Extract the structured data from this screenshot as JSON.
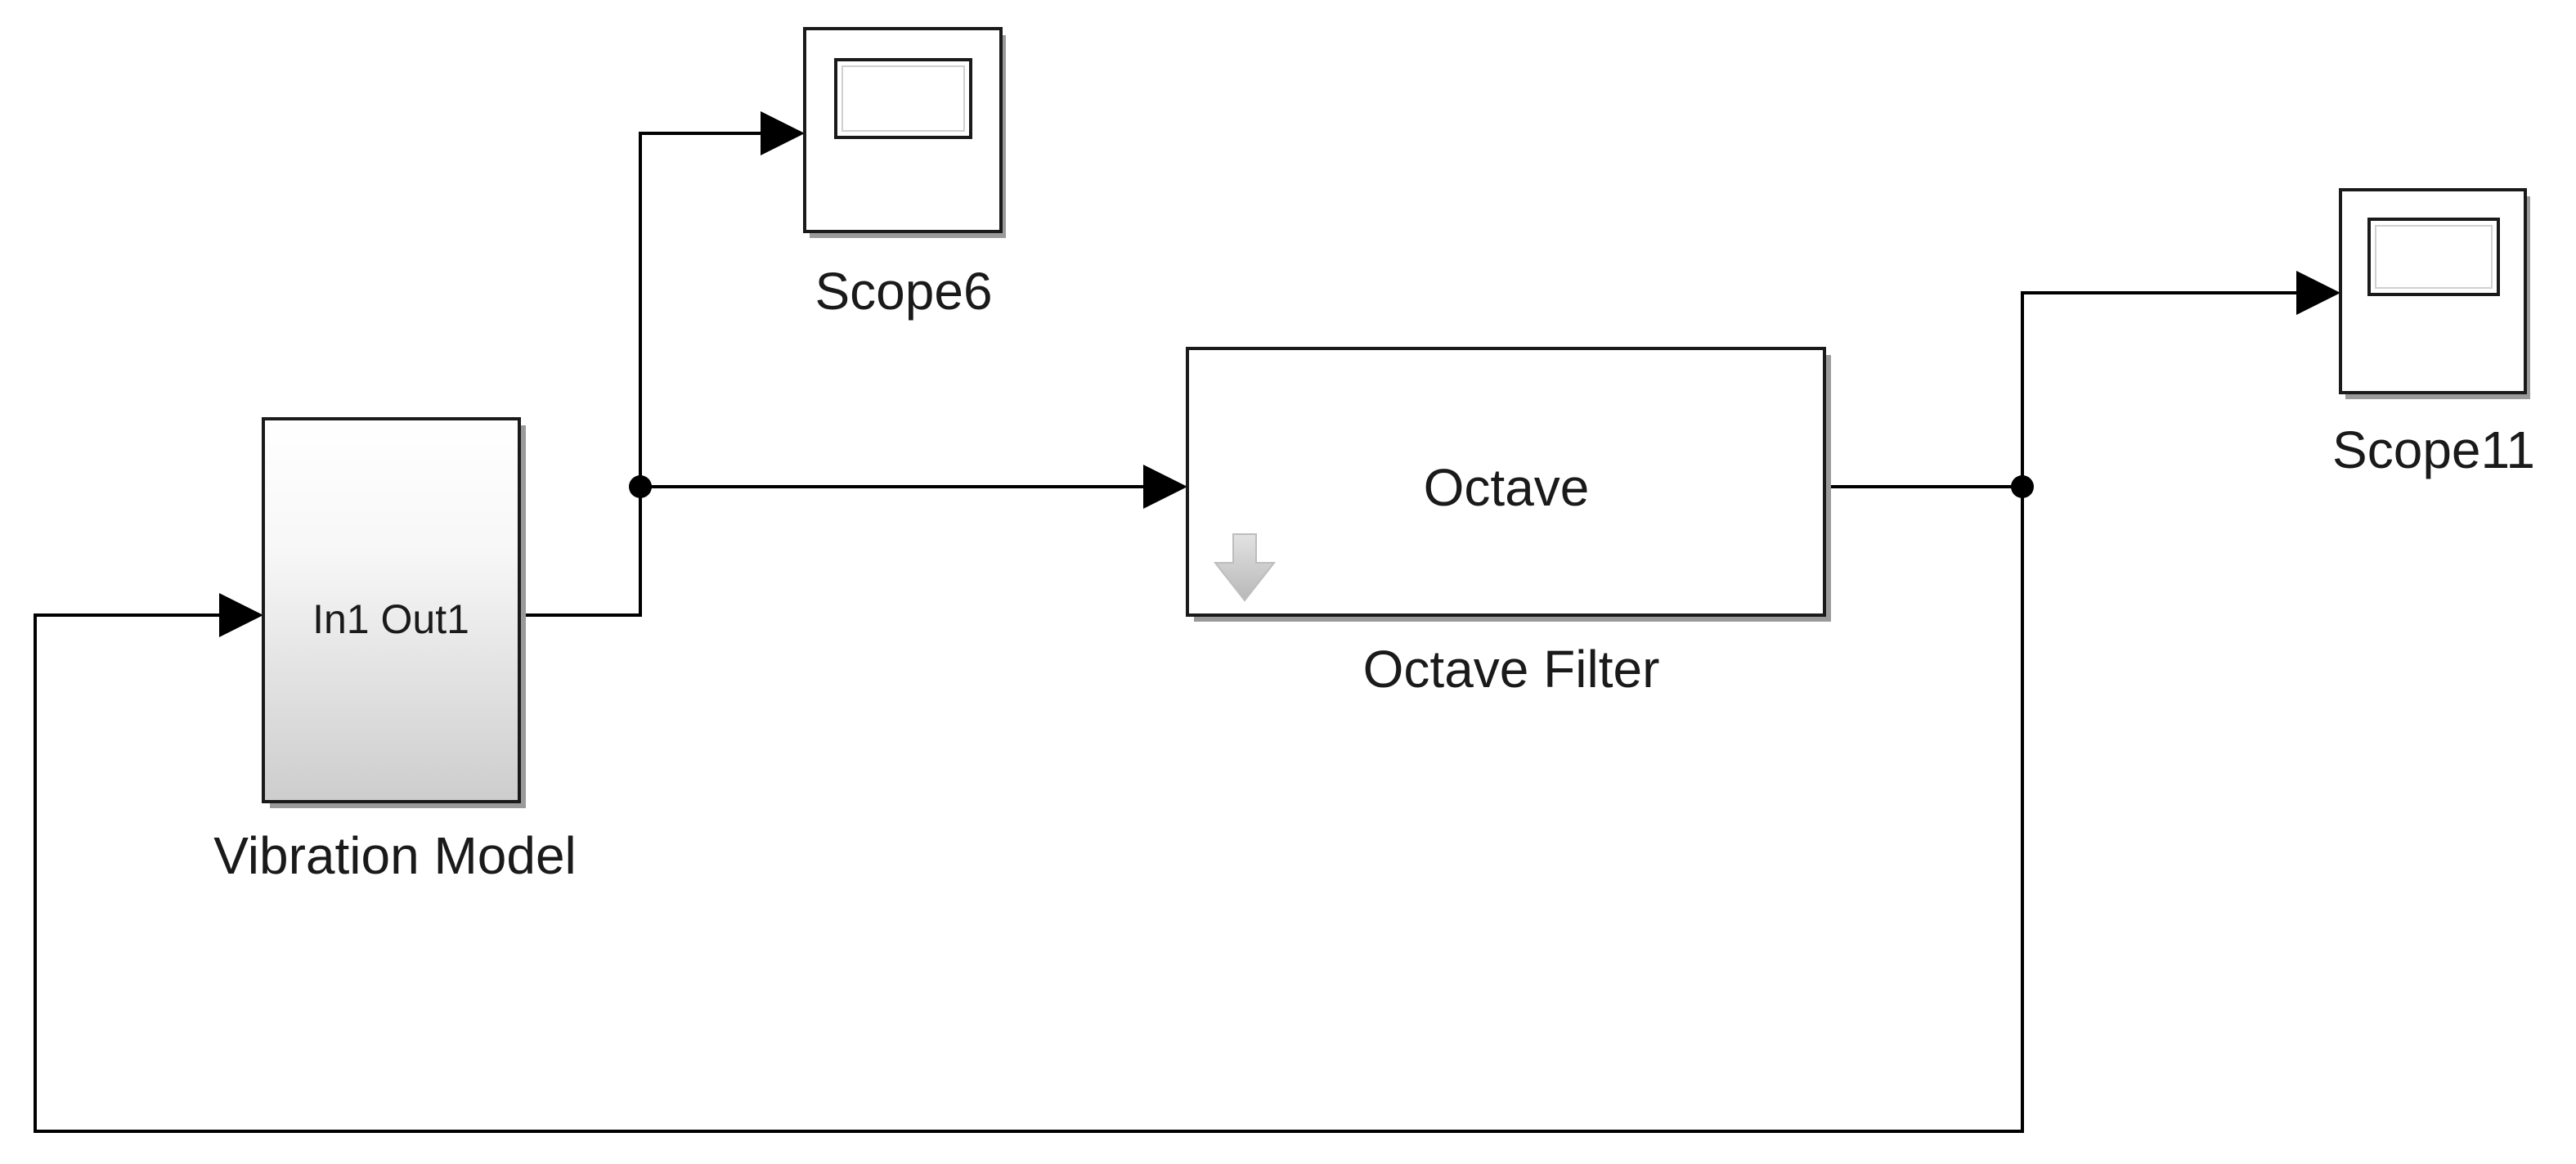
{
  "diagram": {
    "blocks": {
      "vibration_model": {
        "ports_text": "In1 Out1",
        "label": "Vibration Model"
      },
      "octave_filter": {
        "title": "Octave",
        "label": "Octave Filter"
      },
      "scope6": {
        "label": "Scope6"
      },
      "scope11": {
        "label": "Scope11"
      }
    },
    "icons": {
      "octave_filter_arrow": "down-arrow-icon",
      "scope_screen": "scope-screen-icon"
    },
    "colors": {
      "line": "#000000",
      "block_border": "#1a1a1a",
      "block_fill": "#ffffff",
      "subsystem_gradient_top": "#ffffff",
      "subsystem_gradient_bottom": "#cfcfcf",
      "filter_arrow": "#c8c8c8",
      "background": "#ffffff"
    }
  }
}
